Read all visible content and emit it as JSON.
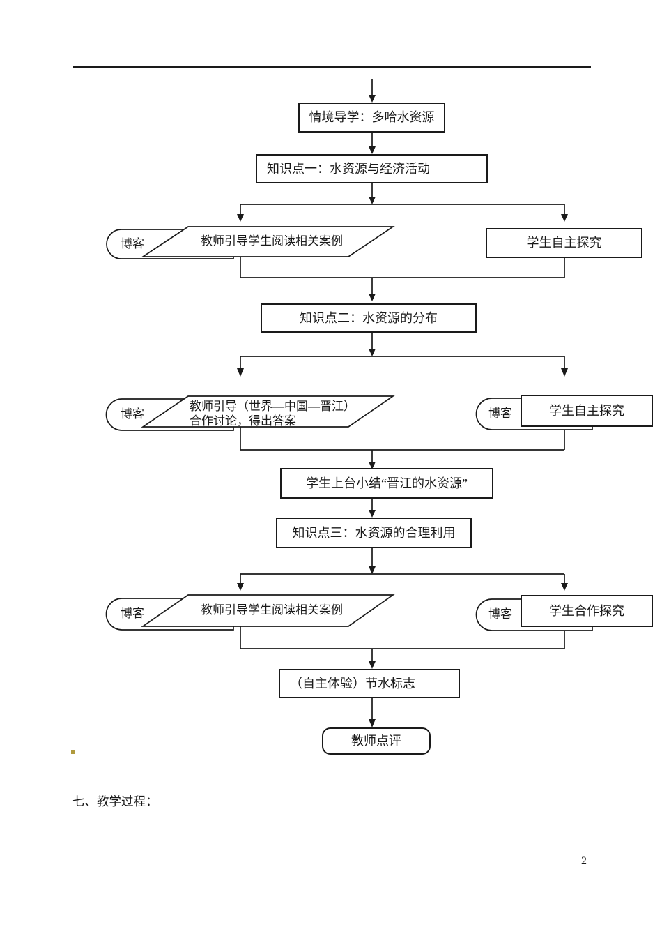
{
  "page": {
    "number": "2",
    "section_heading": "七、教学过程："
  },
  "colors": {
    "line": "#1a1a1a",
    "bullet": "#b09a3e"
  },
  "flowchart": {
    "blog_label": "博客",
    "intro": "情境导学：多哈水资源",
    "point1": "知识点一：水资源与经济活动",
    "teacher_case": "教师引导学生阅读相关案例",
    "student_explore": "学生自主探究",
    "point2": "知识点二：水资源的分布",
    "teacher_guide_line1": "教师引导（世界—中国—晋江）",
    "teacher_guide_line2": "合作讨论，得出答案",
    "summary": "学生上台小结“晋江的水资源”",
    "point3": "知识点三：水资源的合理利用",
    "student_coop": "学生合作探究",
    "experience": "（自主体验）节水标志",
    "review": "教师点评"
  }
}
